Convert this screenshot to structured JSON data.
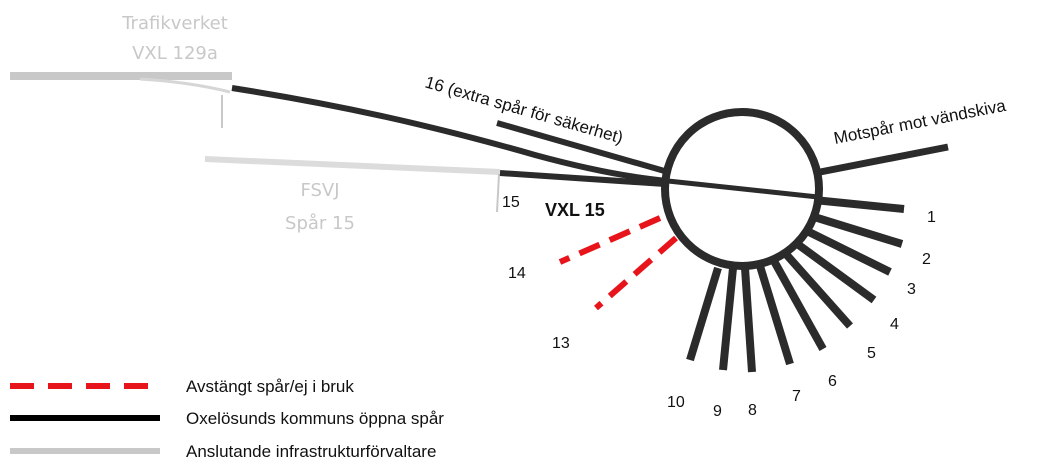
{
  "colors": {
    "active": "#2b2b2b",
    "closed": "#e8141b",
    "external": "#c8c8c8"
  },
  "labels": {
    "trafikverket_line1": "Trafikverket",
    "trafikverket_line2": "VXL 129a",
    "fsvj_line1": "FSVJ",
    "fsvj_line2": "Spår 15",
    "vxl15": "VXL 15",
    "track16": "16 (extra spår för säkerhet)",
    "motspar": "Motspår mot vändskiva"
  },
  "tracks": {
    "t15": "15",
    "t1": "1",
    "t2": "2",
    "t3": "3",
    "t4": "4",
    "t5": "5",
    "t6": "6",
    "t7": "7",
    "t8": "8",
    "t9": "9",
    "t10": "10",
    "t13": "13",
    "t14": "14"
  },
  "legend": {
    "closed": "Avstängt spår/ej i bruk",
    "active": "Oxelösunds kommuns öppna spår",
    "external": "Anslutande infrastrukturförvaltare"
  }
}
